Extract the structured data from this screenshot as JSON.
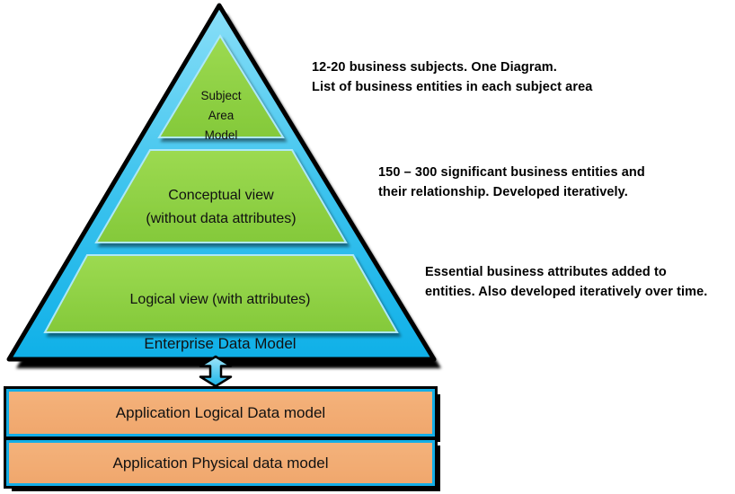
{
  "pyramid": {
    "base_label": "Enterprise Data Model",
    "levels": [
      {
        "label": "Subject\nArea\nModel"
      },
      {
        "label": "Conceptual view\n(without data attributes)"
      },
      {
        "label": "Logical view (with attributes)"
      }
    ]
  },
  "annotations": [
    {
      "text": "12-20 business subjects. One Diagram.\nList of business entities in each subject area"
    },
    {
      "text": "150 – 300 significant business entities and\ntheir relationship. Developed iteratively."
    },
    {
      "text": "Essential business attributes added to\nentities. Also developed iteratively over time."
    }
  ],
  "application_boxes": [
    {
      "label": "Application Logical Data model"
    },
    {
      "label": "Application Physical data model"
    }
  ],
  "icons": {
    "connector": "up-down-arrow-icon"
  },
  "colors": {
    "pyramid_top": "#8ADFF8",
    "pyramid_mid": "#3FC4EE",
    "pyramid_bottom": "#0FB0E8",
    "level_green_light": "#9CDA51",
    "level_green_dark": "#84C93A",
    "box_fill": "#F0A76D",
    "box_border": "#14AEE6",
    "outline": "#000000"
  }
}
